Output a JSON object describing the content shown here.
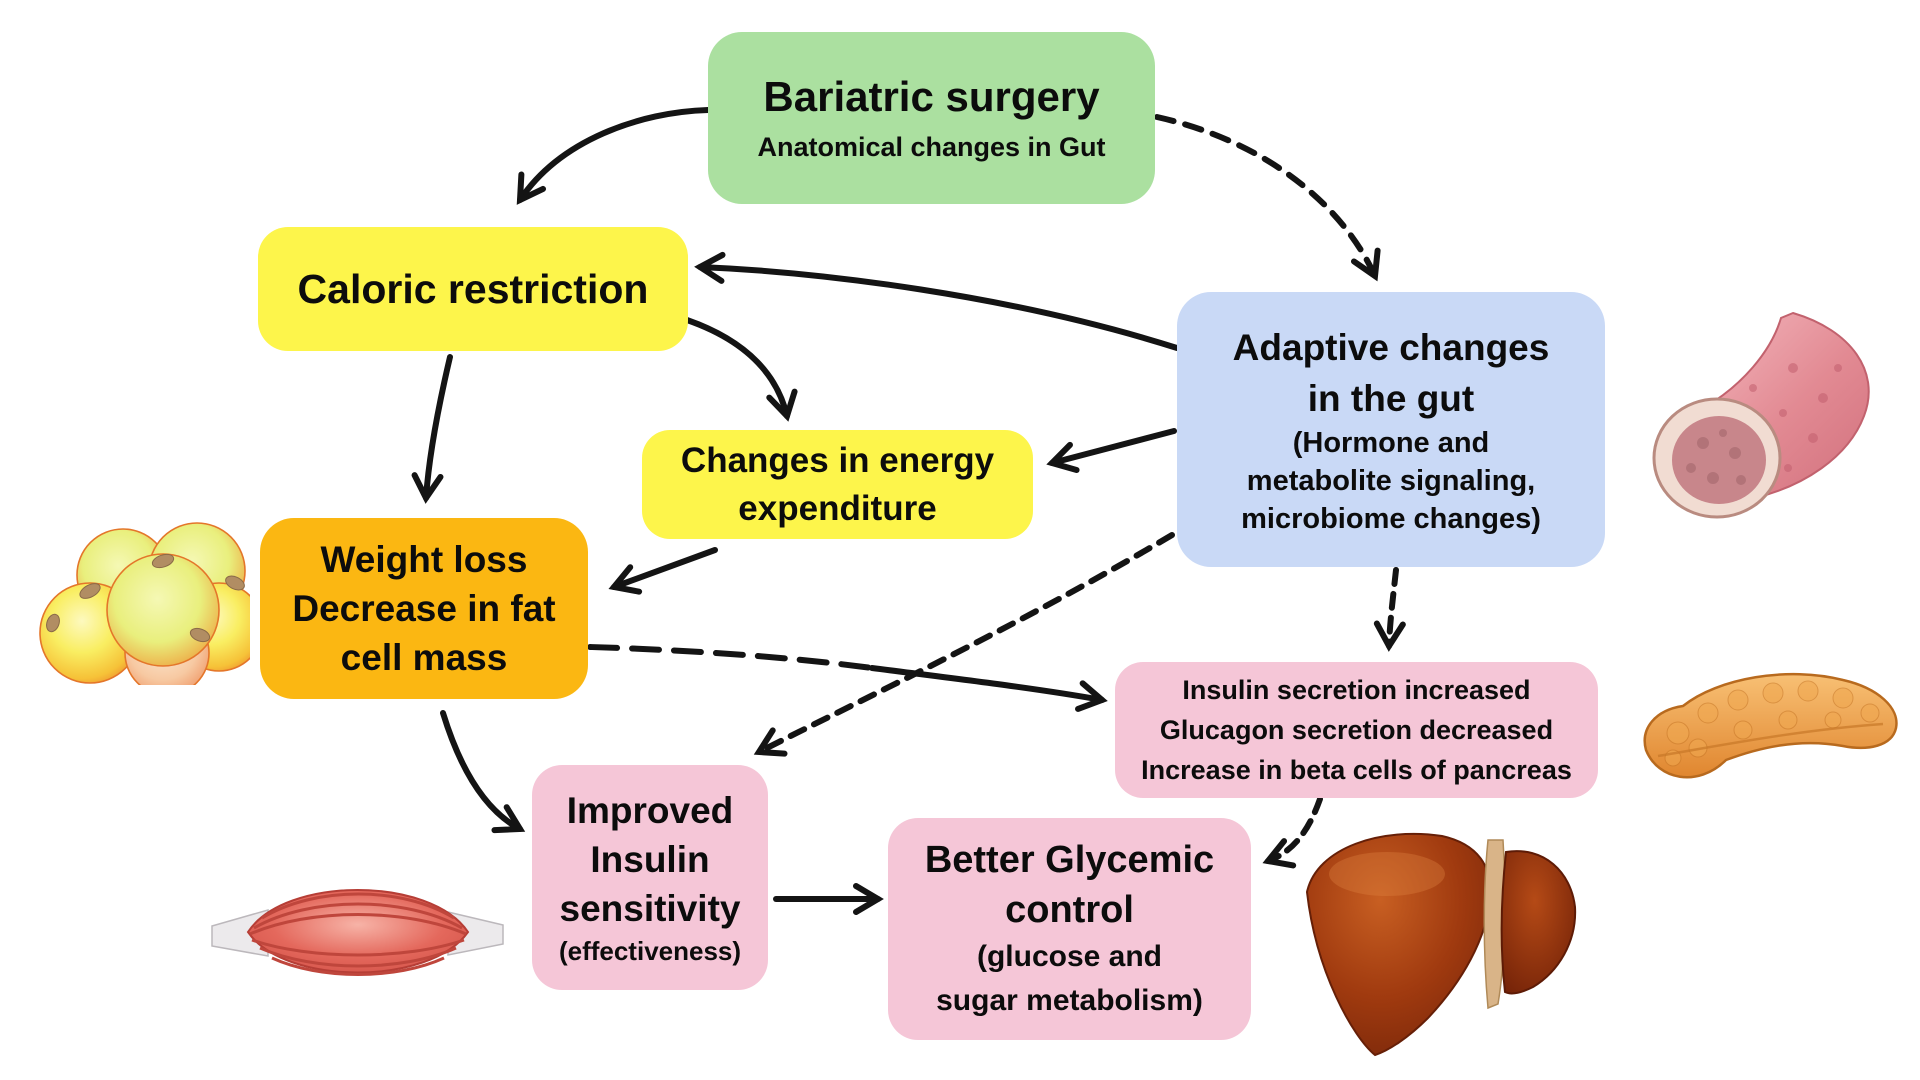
{
  "diagram": {
    "type": "flowchart",
    "background_color": "#ffffff",
    "arrow_color": "#141414",
    "nodes": {
      "bariatric_surgery": {
        "lines": [
          "Bariatric surgery"
        ],
        "sub_lines": [
          "Anatomical changes in Gut"
        ],
        "color": "#abe0a0"
      },
      "caloric_restriction": {
        "lines": [
          "Caloric restriction"
        ],
        "color": "#fdf54b"
      },
      "adaptive_changes": {
        "lines": [
          "Adaptive changes",
          "in the gut"
        ],
        "sub_lines": [
          "(Hormone and",
          "metabolite signaling,",
          "microbiome changes)"
        ],
        "color": "#c9d9f6"
      },
      "energy_expenditure": {
        "lines": [
          "Changes in energy",
          "expenditure"
        ],
        "color": "#fdf54b"
      },
      "weight_loss": {
        "lines": [
          "Weight loss",
          "Decrease in fat",
          "cell mass"
        ],
        "color": "#fbb712"
      },
      "insulin_secretion": {
        "lines": [
          "Insulin secretion increased",
          "Glucagon secretion decreased",
          "Increase in beta cells of pancreas"
        ],
        "color": "#f5c6d7"
      },
      "improved_sensitivity": {
        "lines": [
          "Improved",
          "Insulin",
          "sensitivity"
        ],
        "sub_lines": [
          "(effectiveness)"
        ],
        "color": "#f5c6d7"
      },
      "glycemic_control": {
        "lines": [
          "Better Glycemic",
          "control"
        ],
        "sub_lines": [
          "(glucose and",
          "sugar metabolism)"
        ],
        "color": "#f5c6d7"
      }
    },
    "edges": [
      {
        "from": "bariatric_surgery",
        "to": "caloric_restriction",
        "style": "solid"
      },
      {
        "from": "bariatric_surgery",
        "to": "adaptive_changes",
        "style": "dashed"
      },
      {
        "from": "adaptive_changes",
        "to": "caloric_restriction",
        "style": "solid"
      },
      {
        "from": "caloric_restriction",
        "to": "energy_expenditure",
        "style": "solid"
      },
      {
        "from": "adaptive_changes",
        "to": "energy_expenditure",
        "style": "solid"
      },
      {
        "from": "caloric_restriction",
        "to": "weight_loss",
        "style": "solid"
      },
      {
        "from": "energy_expenditure",
        "to": "weight_loss",
        "style": "solid"
      },
      {
        "from": "adaptive_changes",
        "to": "insulin_secretion",
        "style": "dashed"
      },
      {
        "from": "adaptive_changes",
        "to": "improved_sensitivity",
        "style": "dashed"
      },
      {
        "from": "weight_loss",
        "to": "insulin_secretion",
        "style": "dashed-then-solid"
      },
      {
        "from": "weight_loss",
        "to": "improved_sensitivity",
        "style": "solid"
      },
      {
        "from": "improved_sensitivity",
        "to": "glycemic_control",
        "style": "solid"
      },
      {
        "from": "insulin_secretion",
        "to": "glycemic_control",
        "style": "dashed"
      }
    ],
    "illustrations": [
      "fat cells",
      "small intestine",
      "pancreas",
      "skeletal muscle",
      "liver"
    ]
  }
}
